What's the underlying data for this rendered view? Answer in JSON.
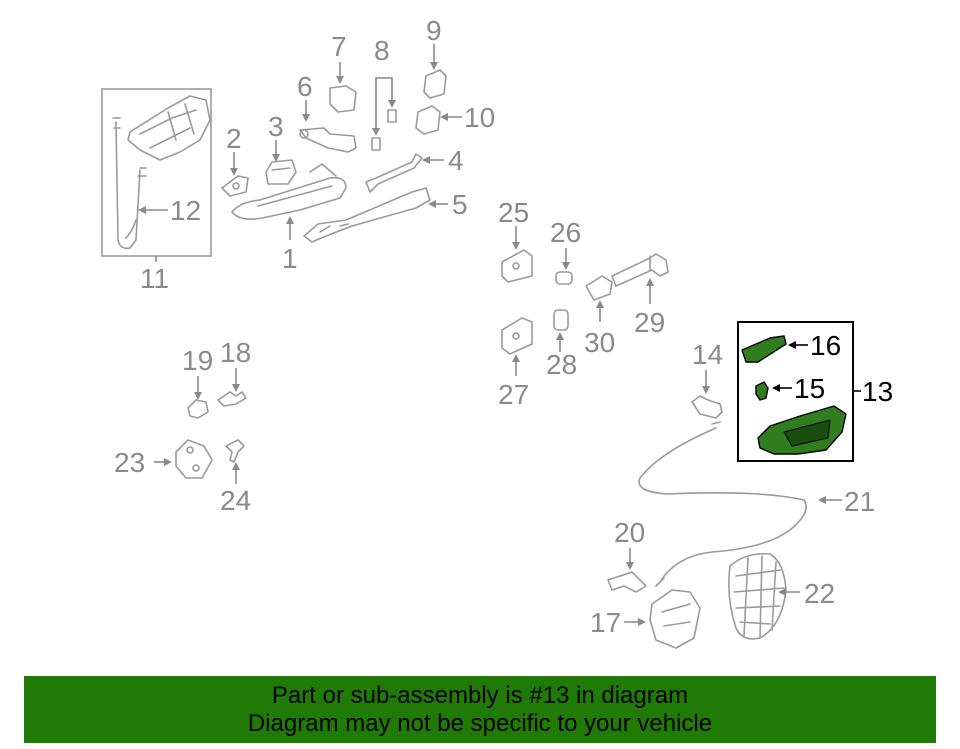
{
  "colors": {
    "banner_bg": "#1f7a06",
    "highlight_part": "#2f7d1e",
    "part_stroke": "#9a9a9a"
  },
  "callouts": {
    "c1": "1",
    "c2": "2",
    "c3": "3",
    "c4": "4",
    "c5": "5",
    "c6": "6",
    "c7": "7",
    "c8": "8",
    "c9": "9",
    "c10": "10",
    "c11": "11",
    "c12": "12",
    "c13": "13",
    "c14": "14",
    "c15": "15",
    "c16": "16",
    "c17": "17",
    "c18": "18",
    "c19": "19",
    "c20": "20",
    "c21": "21",
    "c22": "22",
    "c23": "23",
    "c24": "24",
    "c25": "25",
    "c26": "26",
    "c27": "27",
    "c28": "28",
    "c29": "29",
    "c30": "30"
  },
  "banner": {
    "line1": "Part or sub-assembly is #13 in diagram",
    "line2": "Diagram may not be specific to your vehicle"
  }
}
